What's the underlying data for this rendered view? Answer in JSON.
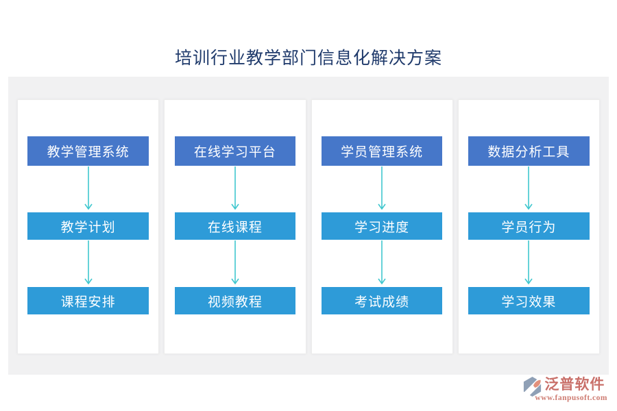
{
  "page": {
    "title": "培训行业教学部门信息化解决方案"
  },
  "flow": {
    "columns": [
      {
        "header": "教学管理系统",
        "steps": [
          "教学计划",
          "课程安排"
        ]
      },
      {
        "header": "在线学习平台",
        "steps": [
          "在线课程",
          "视频教程"
        ]
      },
      {
        "header": "学员管理系统",
        "steps": [
          "学习进度",
          "考试成绩"
        ]
      },
      {
        "header": "数据分析工具",
        "steps": [
          "学员行为",
          "学习效果"
        ]
      }
    ]
  },
  "branding": {
    "name": "泛普软件",
    "website": "www.fanpusoft.com"
  },
  "colors": {
    "title_text": "#1F3A6B",
    "header_box": "#4677C9",
    "step_box": "#2E9BD8",
    "arrow": "#3FC7CE",
    "panel_background": "#F1F1F2",
    "card_background": "#FFFFFF",
    "brand_red": "#C9706A",
    "brand_gray": "#8FA0B6",
    "brand_salmon": "#E2907B"
  }
}
